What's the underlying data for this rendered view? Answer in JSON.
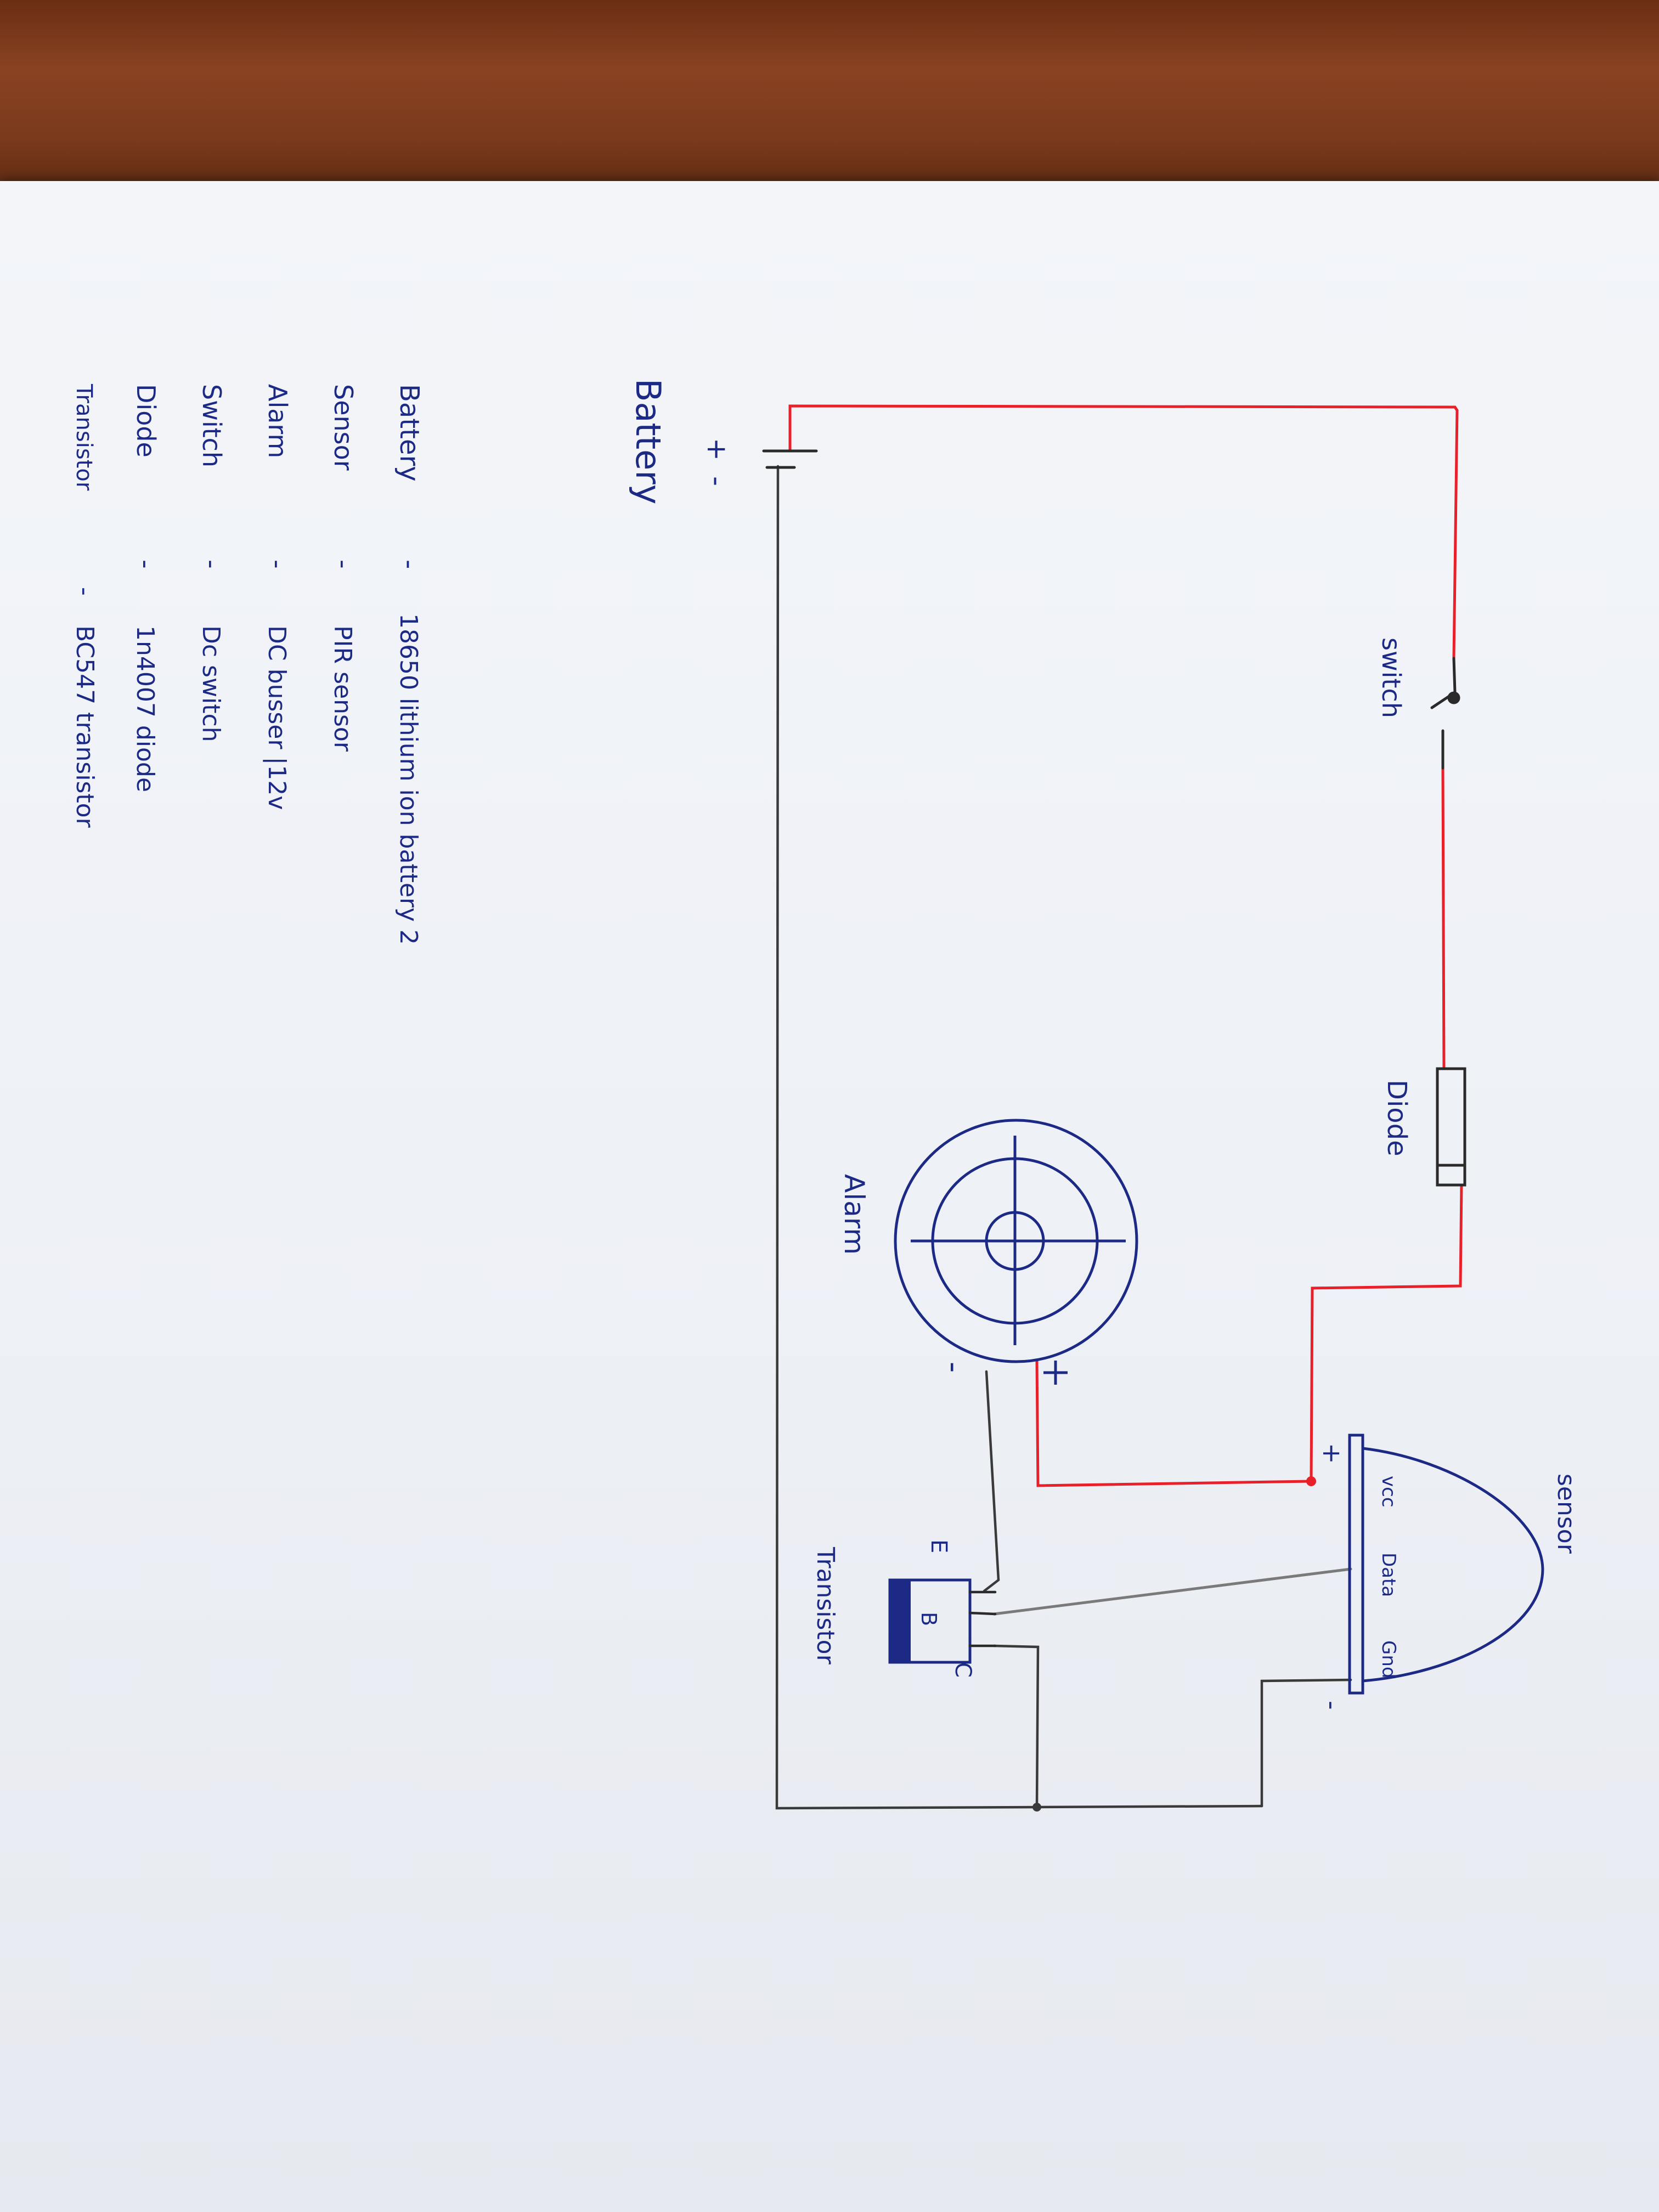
{
  "diagram": {
    "components": {
      "battery": {
        "label": "Battery",
        "plus": "+",
        "minus": "-"
      },
      "switch": {
        "label": "switch"
      },
      "diode": {
        "label": "Diode"
      },
      "alarm": {
        "label": "Alarm",
        "plus": "+",
        "minus": "-"
      },
      "sensor": {
        "label": "sensor",
        "pins": [
          "vcc",
          "Data",
          "Gnd"
        ],
        "plus": "+",
        "minus": "-"
      },
      "transistor": {
        "label": "Transistor",
        "pin_e": "E",
        "pin_b": "B",
        "pin_c": "C"
      }
    },
    "wire_colors": {
      "positive": "#e8202a",
      "negative": "#3a3a3a",
      "data": "#7a7a7a",
      "ink": "#1c2a86"
    }
  },
  "legend": {
    "battery": {
      "name": "Battery",
      "sep": "-",
      "desc": "18650 lithium ion battery 2"
    },
    "sensor": {
      "name": "Sensor",
      "sep": "-",
      "desc": "PIR sensor"
    },
    "alarm": {
      "name": "Alarm",
      "sep": "-",
      "desc": "DC busser |12v"
    },
    "switch": {
      "name": "Switch",
      "sep": "-",
      "desc": "Dc switch"
    },
    "diode": {
      "name": "Diode",
      "sep": "-",
      "desc": "1n4007 diode"
    },
    "transistor": {
      "name": "Transistor",
      "sep": "-",
      "desc": "BC547 transistor"
    }
  }
}
